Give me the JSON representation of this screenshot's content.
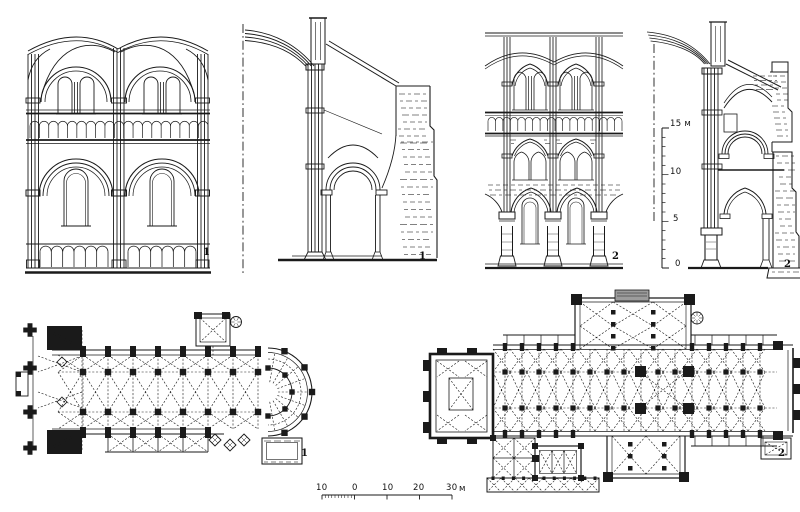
{
  "colors": {
    "ink": "#1a1a1a",
    "paper": "#ffffff"
  },
  "panels": {
    "elevation1": {
      "label": "1"
    },
    "section1": {
      "label": "1"
    },
    "elevation2": {
      "label": "2"
    },
    "section2": {
      "label": "2"
    },
    "plan1": {
      "label": "1"
    },
    "plan2": {
      "label": "2"
    }
  },
  "vertical_scale": {
    "labels": [
      "15 м",
      "10",
      "5",
      "0"
    ]
  },
  "horizontal_scale": {
    "labels": [
      "10",
      "0",
      "10",
      "20",
      "30"
    ],
    "unit": "м"
  }
}
